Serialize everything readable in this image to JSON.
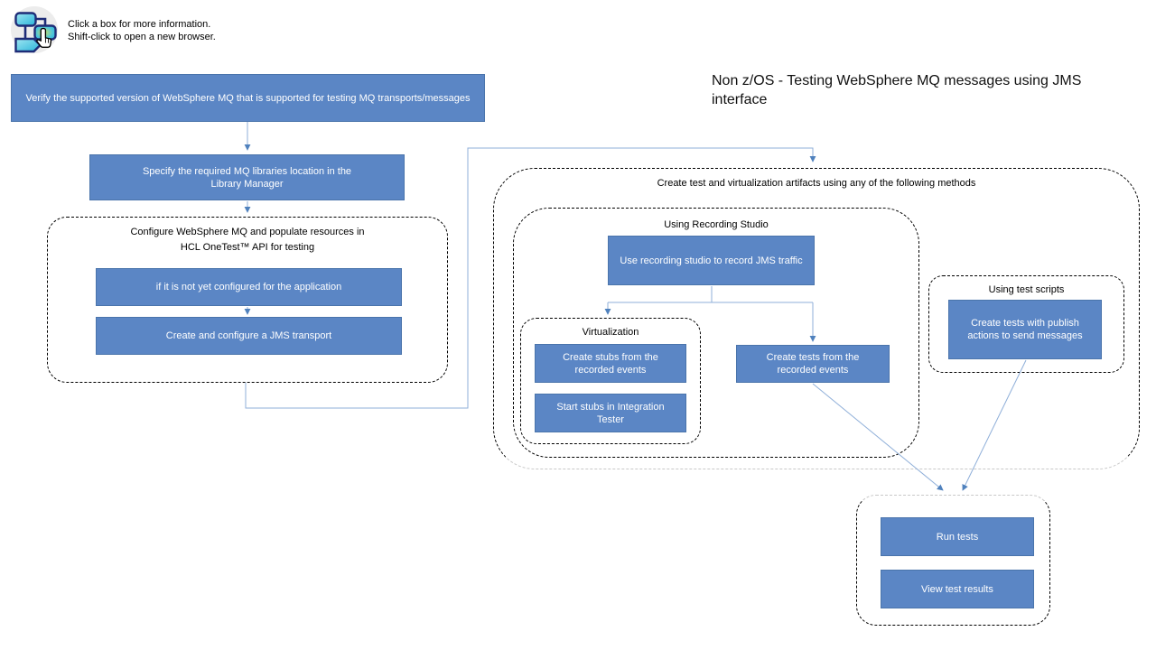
{
  "header": {
    "icon": "flowchart-map-icon",
    "instructions_line1": "Click a box for more information.",
    "instructions_line2": "Shift-click to open a new browser."
  },
  "title": "Non z/OS - Testing WebSphere MQ messages using JMS interface",
  "colors": {
    "box_fill": "#5b86c5",
    "box_border": "#4a74ab",
    "connector": "#8fafd9",
    "arrowhead": "#4f81bd",
    "dashed_border": "#000000",
    "dashed_gray": "#c8c8c8",
    "icon_bg": "#ececec",
    "icon_outline": "#1e2c77"
  },
  "groups": {
    "configure": {
      "label_line1": "Configure WebSphere MQ and populate resources in",
      "label_line2": "HCL OneTest™ API for testing"
    },
    "create_artifacts": {
      "label": "Create test and virtualization artifacts using any of the following methods"
    },
    "recording_studio": {
      "label": "Using Recording Studio"
    },
    "virtualization": {
      "label": "Virtualization"
    },
    "test_scripts": {
      "label": "Using test scripts"
    }
  },
  "boxes": {
    "verify": "Verify the supported version of WebSphere MQ that is supported for testing MQ transports/messages",
    "specify": "Specify the required MQ libraries location in the Library Manager",
    "configure_app": "if it is not yet configured for the application",
    "jms_transport": "Create and configure a JMS transport",
    "recording_studio": "Use recording studio to record JMS traffic",
    "create_stubs": "Create stubs from the recorded events",
    "start_stubs": "Start stubs in Integration Tester",
    "create_tests_recorded": "Create tests from the recorded events",
    "create_tests_publish": "Create tests with publish actions to send messages",
    "run_tests": "Run tests",
    "view_results": "View test results"
  }
}
